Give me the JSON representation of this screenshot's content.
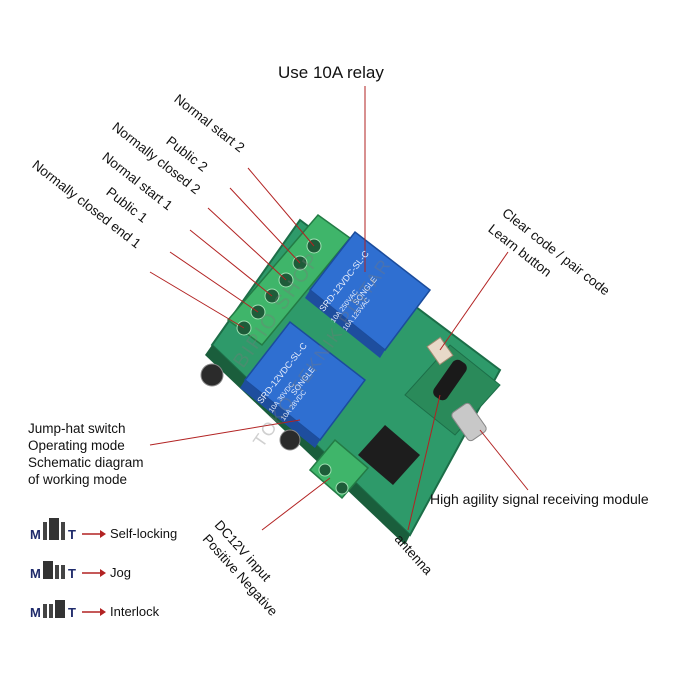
{
  "title": "Use 10A relay",
  "terminal_labels": [
    "Normal start 2",
    "Public 2",
    "Normally closed 2",
    "Normal start 1",
    "Public 1",
    "Normally closed end 1"
  ],
  "clear_code": {
    "line1": "Clear code / pair code",
    "line2": "Learn button"
  },
  "jump_hat": [
    "Jump-hat switch",
    "Operating mode",
    "Schematic diagram",
    "of working mode"
  ],
  "dc_input": {
    "line1": "DC12V input",
    "line2": "Positive Negative"
  },
  "antenna": "antenna",
  "module": "High agility signal receiving module",
  "relay_text": {
    "brand": "SONGLE",
    "model": "SRD-12VDC-SL-C",
    "rating1": "10A 250VAC",
    "rating2": "10A 125VAC",
    "rating3": "10A 30VDC",
    "rating4": "10A 28VDC"
  },
  "watermarks": [
    "BIPIO SHOP",
    "TOKO TEKNIK PINTAR"
  ],
  "legend": [
    {
      "label": "Self-locking",
      "m": "M",
      "t": "T"
    },
    {
      "label": "Jog",
      "m": "M",
      "t": "T"
    },
    {
      "label": "Interlock",
      "m": "M",
      "t": "T"
    }
  ],
  "colors": {
    "line": "#b22222",
    "board": "#2e9a6a",
    "relay": "#2f6fd1",
    "terminal": "#3fb56a"
  }
}
